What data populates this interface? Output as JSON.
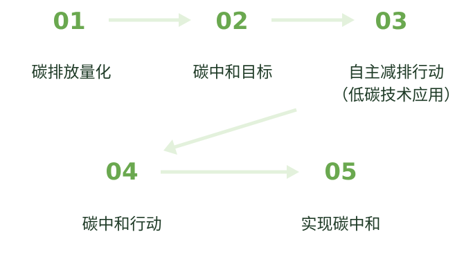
{
  "colors": {
    "number": "#6aa84f",
    "label": "#1e3a26",
    "arrow": "#e3f1dc"
  },
  "steps": [
    {
      "number": "01",
      "label": [
        "碳排放量化"
      ]
    },
    {
      "number": "02",
      "label": [
        "碳中和目标"
      ]
    },
    {
      "number": "03",
      "label": [
        "自主减排行动",
        "（低碳技术应用）"
      ]
    },
    {
      "number": "04",
      "label": [
        "碳中和行动"
      ]
    },
    {
      "number": "05",
      "label": [
        "实现碳中和"
      ]
    }
  ]
}
